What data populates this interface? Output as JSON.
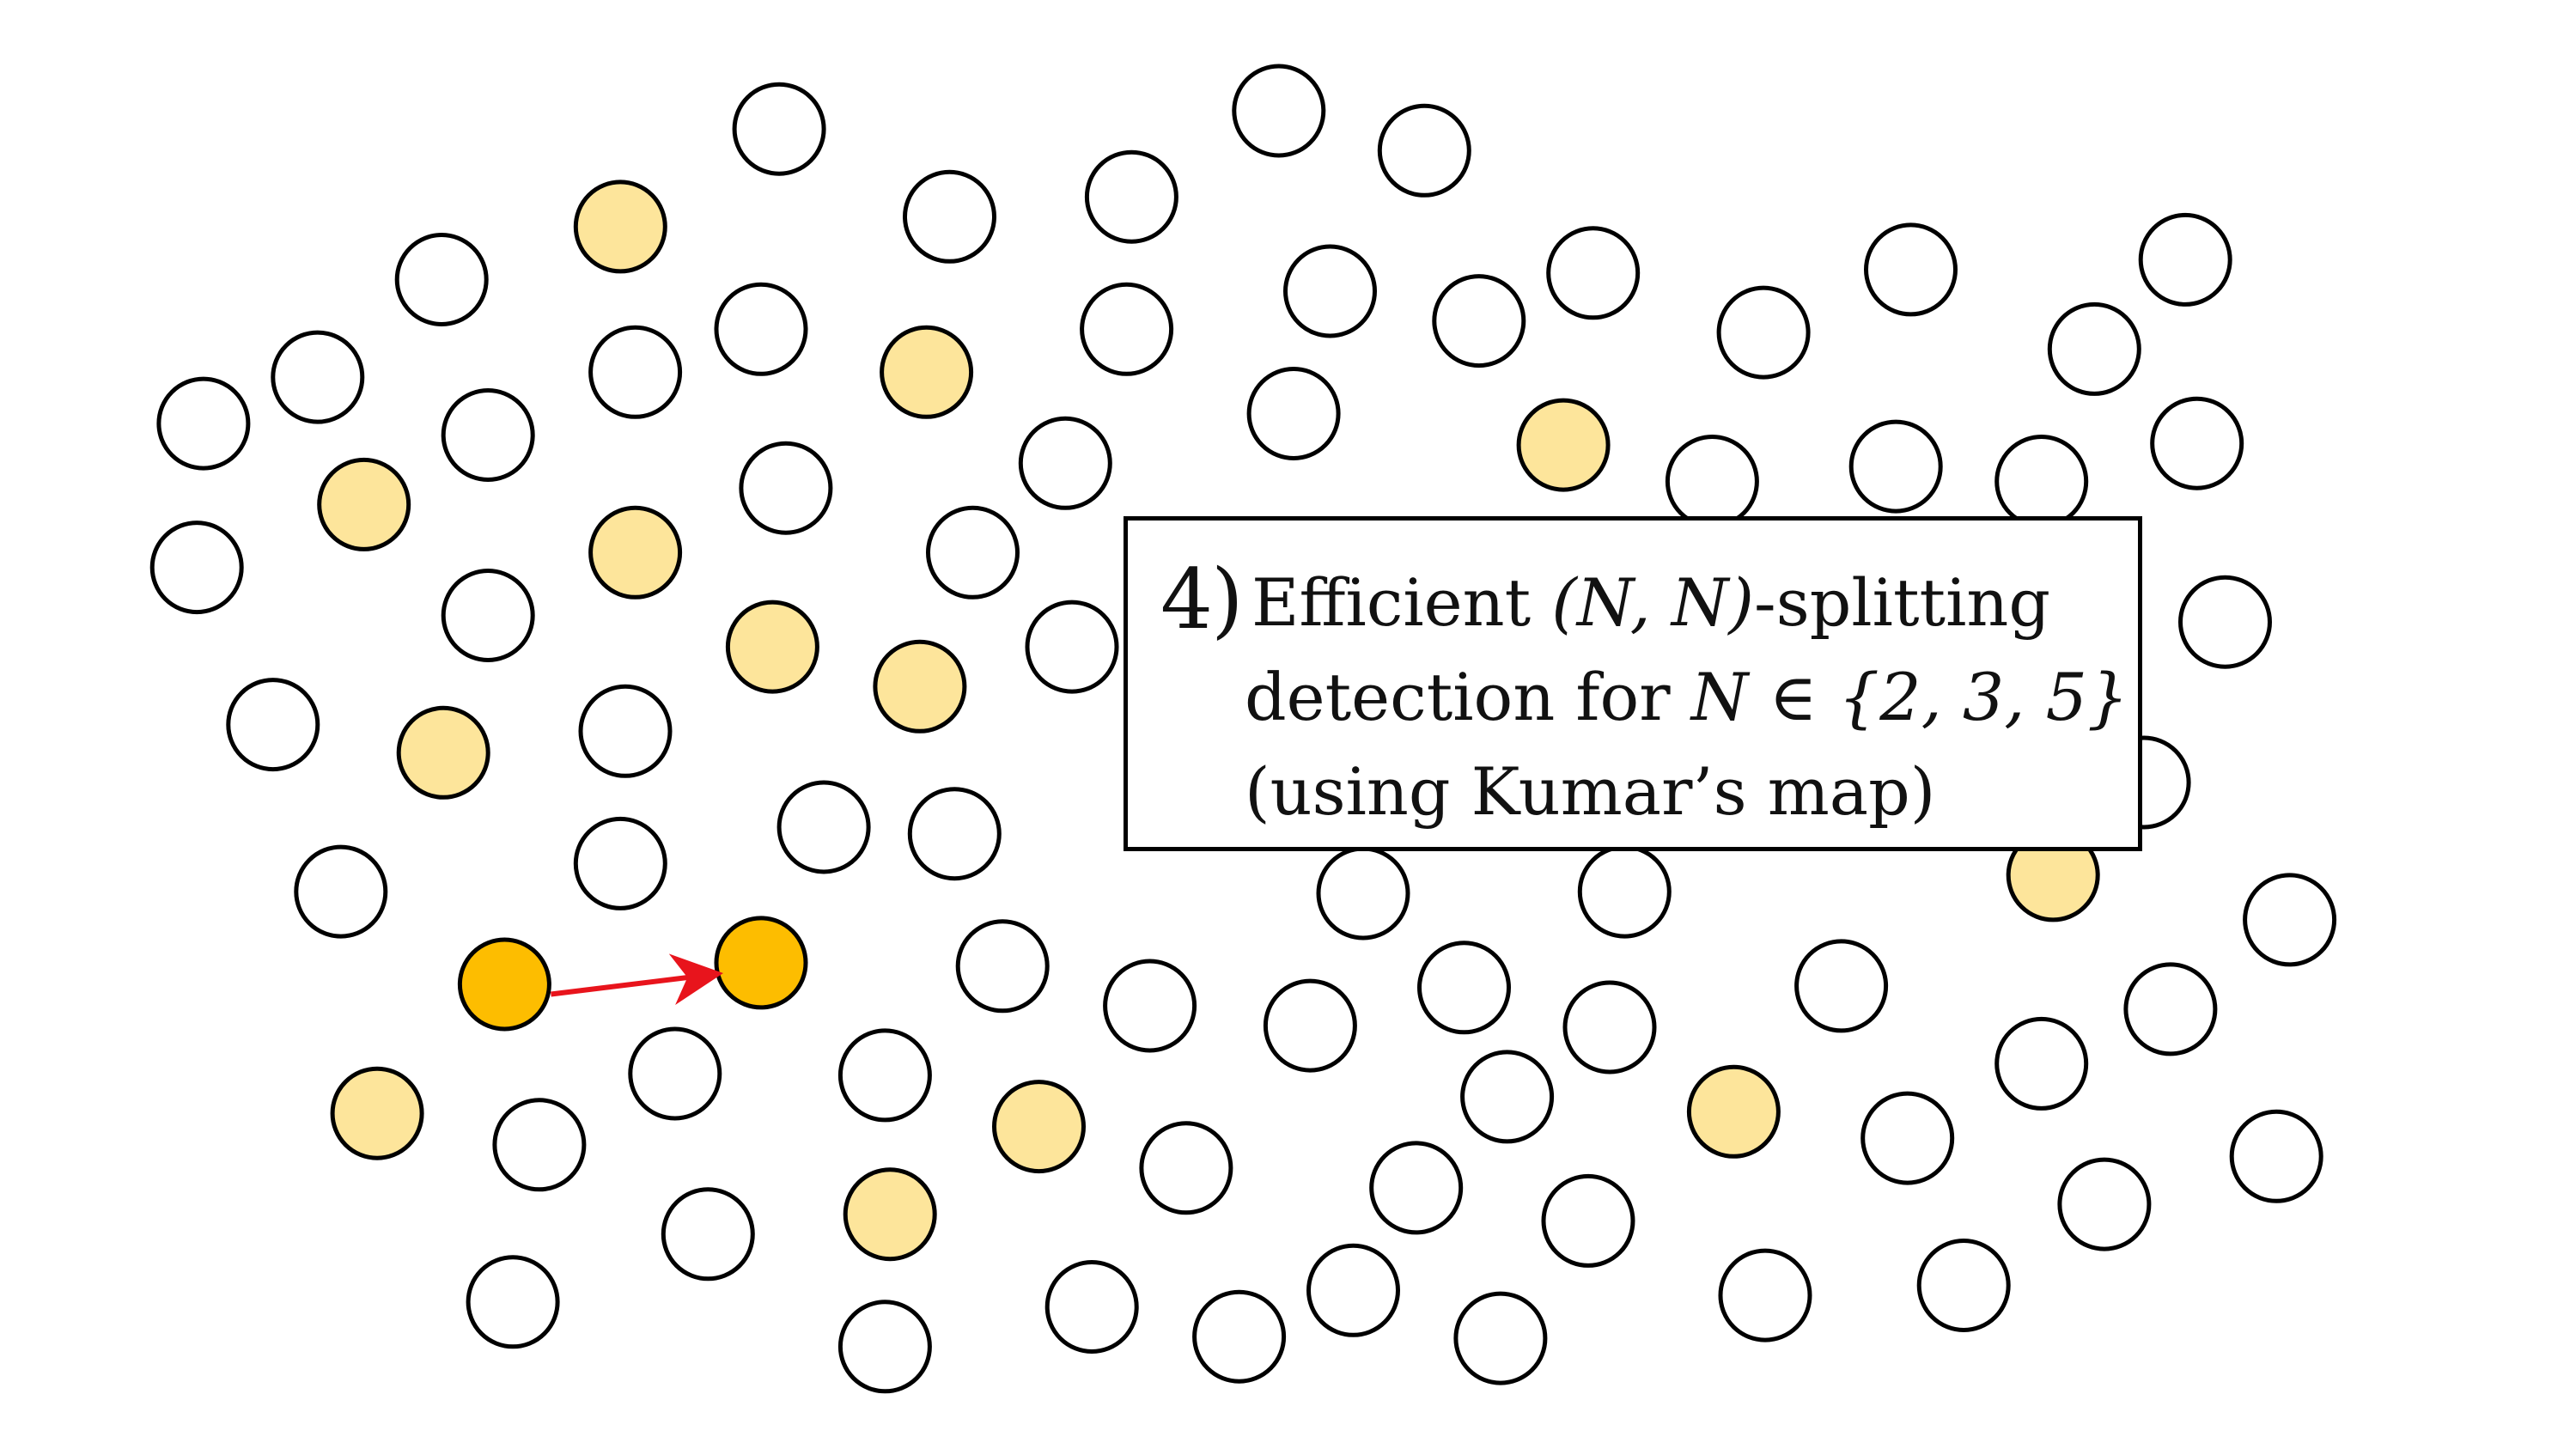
{
  "colors": {
    "background": "#ffffff",
    "empty_node_fill": "#ffffff",
    "highlighted_node_fill": "#fde59b",
    "active_node_fill": "#fdbd00",
    "node_stroke": "#000000",
    "arrow": "#e8141c"
  },
  "label": {
    "step": "4)",
    "line1_text": "Efficient ",
    "line1_math": "(N, N)",
    "line1_suffix": "-splitting",
    "line2_text": "detection for ",
    "line2_math": "N ∈ {2, 3, 5}",
    "line3_text": "(using Kumar’s map)"
  },
  "graph": {
    "node_count": 93,
    "highlighted_count": 15,
    "active_count": 2,
    "arrow": "active node left → active node right"
  }
}
